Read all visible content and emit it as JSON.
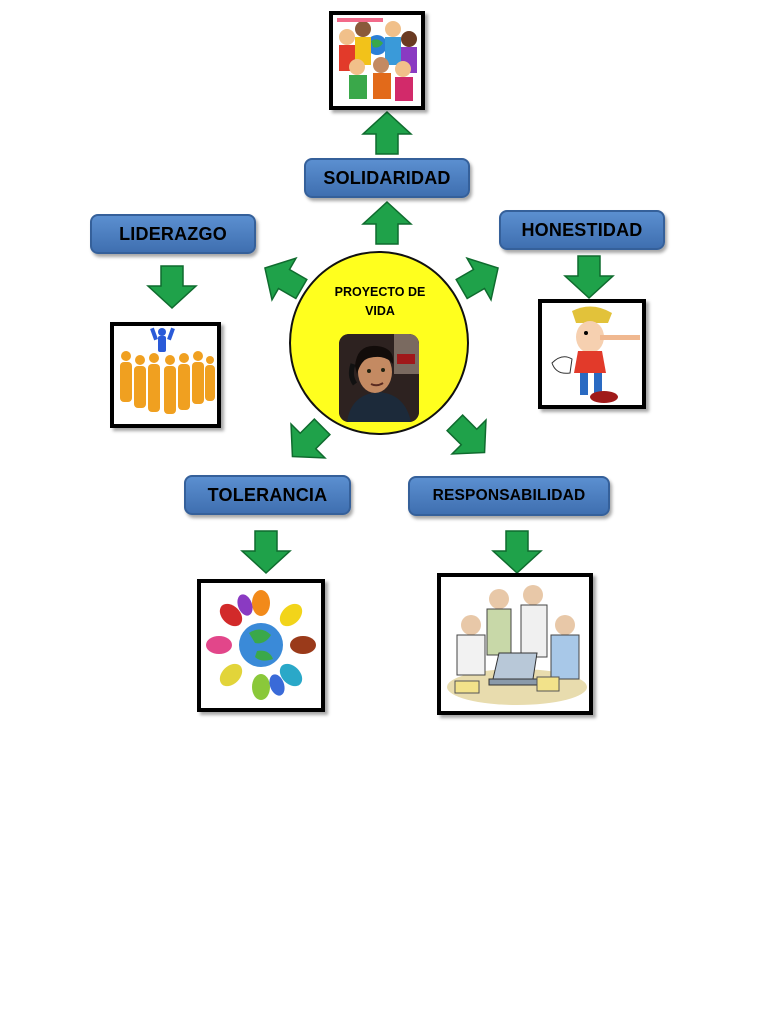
{
  "center": {
    "line1": "PROYECTO DE",
    "line2": "VIDA",
    "image": "person-portrait"
  },
  "values": [
    {
      "label": "SOLIDARIDAD",
      "image": "children-around-globe"
    },
    {
      "label": "LIDERAZGO",
      "image": "leader-raising-arms-crowd"
    },
    {
      "label": "HONESTIDAD",
      "image": "pinocchio"
    },
    {
      "label": "TOLERANCIA",
      "image": "colorful-hands-around-globe"
    },
    {
      "label": "RESPONSABILIDAD",
      "image": "team-working-at-laptop"
    }
  ],
  "colors": {
    "node_fill": "#4a7fc1",
    "arrow_green": "#1fa24a",
    "center_fill": "#ffff1e"
  }
}
